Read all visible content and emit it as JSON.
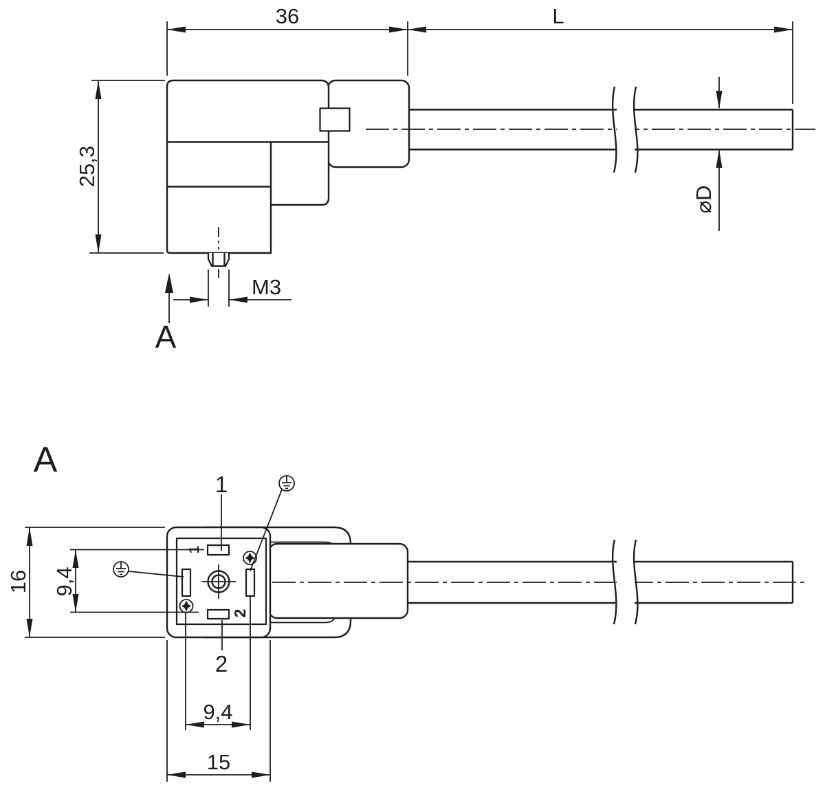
{
  "drawing": {
    "type": "engineering-drawing",
    "subject": "angled valve connector with cable, side view and contact-face view",
    "colors": {
      "background": "#ffffff",
      "line": "#1d1d1d"
    },
    "side_view": {
      "dim_body_width": "36",
      "dim_cable_length": "L",
      "dim_body_height": "25,3",
      "dim_thread": "M3",
      "dim_cable_diameter": "⌀D",
      "section_arrow_label": "A"
    },
    "front_view": {
      "view_label": "A",
      "dim_face_height": "16",
      "dim_contact_span_vertical": "9,4",
      "dim_contact_span_horizontal": "9,4",
      "dim_face_width": "15",
      "pin1_label": "1",
      "pin2_label": "2",
      "pin1_face_marking": "1",
      "pin2_face_marking": "2",
      "icons": {
        "earth_left": "earth-ground-symbol",
        "earth_top_right": "earth-ground-symbol",
        "screw_top_right": "cross-screw-icon",
        "screw_bottom_left": "cross-screw-icon"
      }
    }
  }
}
